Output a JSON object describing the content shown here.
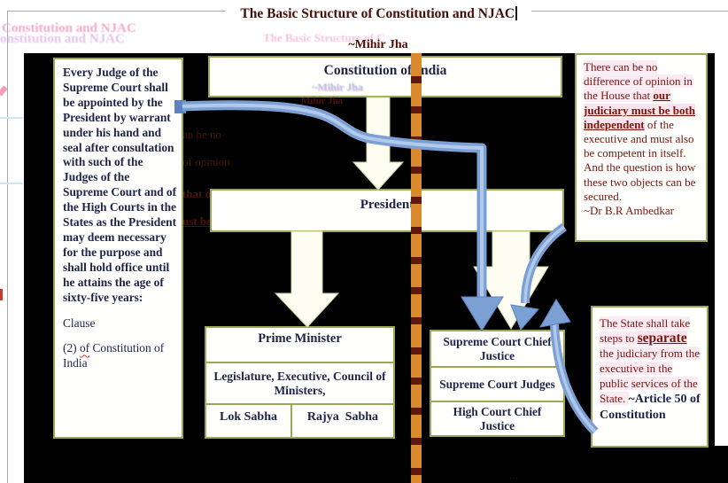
{
  "header": {
    "title": "The Basic Structure of Constitution and NJAC",
    "author": "~Mihir Jha"
  },
  "left_quote": {
    "body": "Every Judge of the Supreme Court shall be appointed by the President by warrant under his hand and seal after consultation with such of the Judges of the Supreme Court and of the High Courts in the States as the President may deem necessary for the purpose and shall hold office until he attains the age of sixty-five years:",
    "clause_label": "Clause",
    "clause_pre": "(2) ",
    "clause_of": "of",
    "clause_post": " Constitution of India"
  },
  "flowchart": {
    "constitution": "Constitution of India",
    "president": "President",
    "pm_title": "Prime Minister",
    "pm_row2": "Legislature, Executive, Council of Ministers,",
    "lok": "Lok Sabha",
    "rajya": "Rajya  Sabha",
    "judiciary": [
      "Supreme Court Chief Justice",
      "Supreme Court Judges",
      "High Court Chief Justice"
    ]
  },
  "ambedkar": {
    "pre": "There can be no difference of opinion in the House that ",
    "strong": "our judiciary must be both independent",
    "post": " of the executive and must also be competent in itself. And the question is how these two objects can be secured.",
    "attribution": "~Dr B.R Ambedkar"
  },
  "article50": {
    "pre": "The State shall take steps to ",
    "strong": "separate",
    "mid": " the judiciary from the executive in the public services of the State. ",
    "attribution": "~Article 50 of Constitution"
  },
  "ghosts": [
    {
      "text": "Constitution and NJAC"
    },
    {
      "text": "onstitution and NJAC"
    },
    {
      "text": "The Basic Structure of"
    },
    {
      "text": "The Basic Structure of C"
    },
    {
      "text": "~Mihir Jha"
    },
    {
      "text": "Mihir Jha"
    },
    {
      "text": "an be no"
    },
    {
      "text": "of opinion"
    },
    {
      "text": "that our"
    },
    {
      "text": "ust be"
    },
    {
      "text": "..."
    }
  ],
  "colors": {
    "canvas_bg": "#010101",
    "box_border_olive": "#9aa851",
    "text_navy": "#1e2348",
    "text_maroon": "#7a150c",
    "title_maroon": "#440d06",
    "arrow_blue": "#7da0d4",
    "divider_orange": "#d98a2f",
    "divider_gap": "#5c190c",
    "block_arrow_cream": "#fdfdf1"
  }
}
